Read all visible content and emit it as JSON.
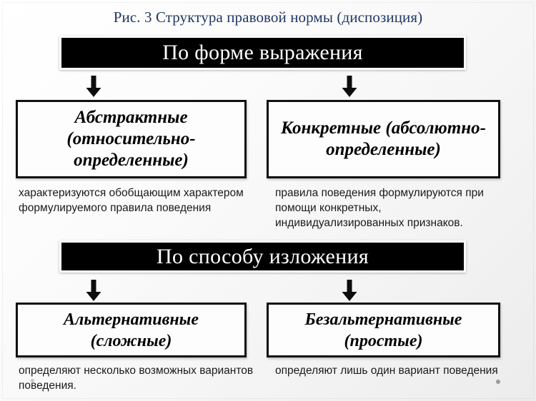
{
  "slide": {
    "title": "Рис. 3 Структура правовой нормы (диспозиция)",
    "title_color": "#1f3864",
    "background_color": "#f4f4f4"
  },
  "sections": [
    {
      "header": "По форме выражения",
      "header_bg": "#000000",
      "header_color": "#ffffff",
      "branches": [
        {
          "box": "Абстрактные (относительно-определенные)",
          "caption": "характеризуются обобщающим характером формулируемого правила поведения",
          "arrow": "down-arrow-icon"
        },
        {
          "box": "Конкретные (абсолютно-определенные)",
          "caption": "правила поведения формулируются при помощи конкретных, индивидуализированных признаков.",
          "arrow": "down-arrow-icon"
        }
      ]
    },
    {
      "header": "По способу изложения",
      "header_bg": "#000000",
      "header_color": "#ffffff",
      "branches": [
        {
          "box": "Альтернативные (сложные)",
          "caption": "определяют несколько возможных вариантов поведения.",
          "arrow": "down-arrow-icon"
        },
        {
          "box": "Безальтернативные (простые)",
          "caption": "определяют лишь один вариант поведения",
          "arrow": "down-arrow-icon"
        }
      ]
    }
  ],
  "decorations": {
    "dot_color": "#9a9a9a"
  }
}
